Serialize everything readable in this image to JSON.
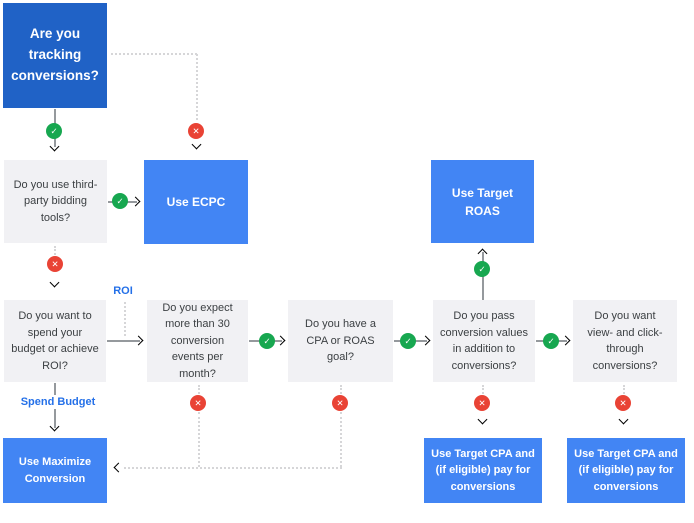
{
  "colors": {
    "question_start_box": "#2062c6",
    "result_box": "#4285f4",
    "question_box": "#f1f1f4",
    "question_text": "#3c4043",
    "yes_badge": "#17a750",
    "no_badge": "#e94335",
    "edge_label_blue": "#2470e8",
    "solid_line": "#95999d",
    "dotted_line": "#d6d6d8"
  },
  "nodes": {
    "tracking": {
      "label": "Are you tracking conversions?"
    },
    "third_party": {
      "label": "Do you use third-party bidding tools?"
    },
    "ecpc": {
      "label": "Use ECPC"
    },
    "target_roas": {
      "label": "Use Target ROAS"
    },
    "spend_or_roi": {
      "label": "Do you want to spend your budget or achieve ROI?"
    },
    "thirty_events": {
      "label": "Do you expect more than 30 conversion events per month?"
    },
    "cpa_roas_goal": {
      "label": "Do you have a CPA or ROAS goal?"
    },
    "pass_values": {
      "label": "Do you pass conversion values in addition to conversions?"
    },
    "view_click": {
      "label": "Do you want view- and click-through conversions?"
    },
    "maximize_conversion": {
      "label": "Use Maximize Conversion"
    },
    "target_cpa_1": {
      "label": "Use Target CPA and (if eligible) pay for conversions"
    },
    "target_cpa_2": {
      "label": "Use Target CPA and (if eligible) pay for conversions"
    }
  },
  "edge_labels": {
    "roi": "ROI",
    "spend_budget": "Spend Budget"
  },
  "icons": {
    "yes_glyph": "✓",
    "no_glyph": "✕"
  }
}
